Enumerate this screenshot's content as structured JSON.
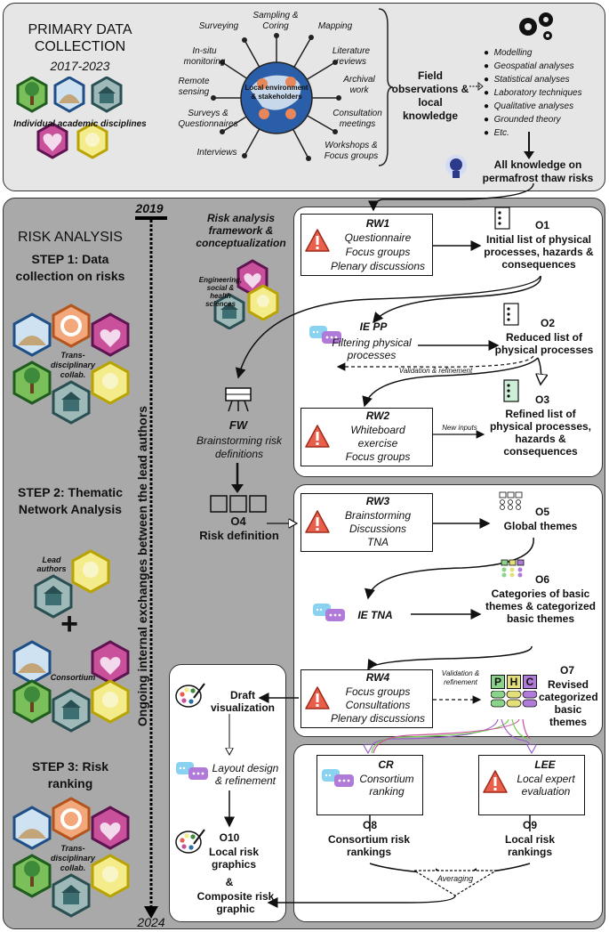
{
  "top": {
    "title": "PRIMARY DATA COLLECTION",
    "years": "2017-2023",
    "disciplines_label": "Individual academic disciplines",
    "methods": [
      "Sampling & Coring",
      "Surveying",
      "Mapping",
      "In-situ monitoring",
      "Literature reviews",
      "Remote sensing",
      "Archival work",
      "Surveys & Questionnaires",
      "Consultation meetings",
      "Interviews",
      "Workshops & Focus groups"
    ],
    "globe_label": "Local environment & stakeholders",
    "field_label": "Field observations & local knowledge",
    "analyses": [
      "Modelling",
      "Geospatial analyses",
      "Statistical analyses",
      "Laboratory techniques",
      "Qualitative analyses",
      "Grounded theory",
      "Etc."
    ],
    "all_knowledge": "All knowledge on permafrost thaw risks"
  },
  "left": {
    "risk_analysis": "RISK ANALYSIS",
    "step1": "STEP 1: Data collection on risks",
    "trans1": "Trans-disciplinary collab.",
    "step2": "STEP 2: Thematic Network Analysis",
    "lead_authors": "Lead authors",
    "plus": "+",
    "consortium": "Consortium",
    "step3": "STEP 3: Risk ranking",
    "trans2": "Trans-disciplinary collab.",
    "year_start": "2019",
    "year_end": "2024",
    "timeline_label": "Ongoing internal exchanges between the lead authors"
  },
  "middle": {
    "framework": "Risk analysis framework & conceptualization",
    "eng_label": "Engineering, social & health sciences",
    "fw_code": "FW",
    "fw_text": "Brainstorming risk definitions",
    "o4_code": "O4",
    "o4_text": "Risk definition"
  },
  "flow": {
    "rw1_code": "RW1",
    "rw1_lines": [
      "Questionnaire",
      "Focus groups",
      "Plenary discussions"
    ],
    "o1_code": "O1",
    "o1_text": "Initial list of physical processes, hazards & consequences",
    "iepp_code": "IE PP",
    "iepp_text": "Filtering physical processes",
    "o2_code": "O2",
    "o2_text": "Reduced list of physical processes",
    "validation": "Validation & refinement",
    "rw2_code": "RW2",
    "rw2_lines": [
      "Whiteboard",
      "exercise",
      "Focus groups"
    ],
    "new_inputs": "New inputs",
    "o3_code": "O3",
    "o3_text": "Refined list of physical processes, hazards & consequences",
    "rw3_code": "RW3",
    "rw3_lines": [
      "Brainstorming",
      "Discussions",
      "TNA"
    ],
    "o5_code": "O5",
    "o5_text": "Global themes",
    "ietna_code": "IE TNA",
    "o6_code": "O6",
    "o6_text": "Categories of basic themes & categorized basic themes",
    "rw4_code": "RW4",
    "rw4_lines": [
      "Focus groups",
      "Consultations",
      "Plenary discussions"
    ],
    "validation2": "Validation & refinement",
    "o7_code": "O7",
    "o7_text": "Revised categorized basic themes",
    "phc": [
      "P",
      "H",
      "C"
    ],
    "cr_code": "CR",
    "cr_text": "Consortium ranking",
    "lee_code": "LEE",
    "lee_text": "Local expert evaluation",
    "o8_code": "O8",
    "o8_text": "Consortium risk rankings",
    "o9_code": "O9",
    "o9_text": "Local risk rankings",
    "averaging": "Averaging"
  },
  "viz": {
    "draft": "Draft visualization",
    "layout": "Layout design & refinement",
    "o10_code": "O10",
    "o10_text": "Local risk graphics",
    "amp": "&",
    "composite": "Composite risk graphic"
  },
  "colors": {
    "top_bg": "#e6e6e6",
    "bottom_bg": "#a9a9a9",
    "warn_red": "#e8604c",
    "hex_green": "#3d8a3a",
    "hex_blue": "#2d6fa8",
    "hex_teal": "#3d6f72",
    "hex_purple": "#7a2a6e",
    "hex_yellow": "#d6c400",
    "hex_orange": "#e07a3a"
  }
}
